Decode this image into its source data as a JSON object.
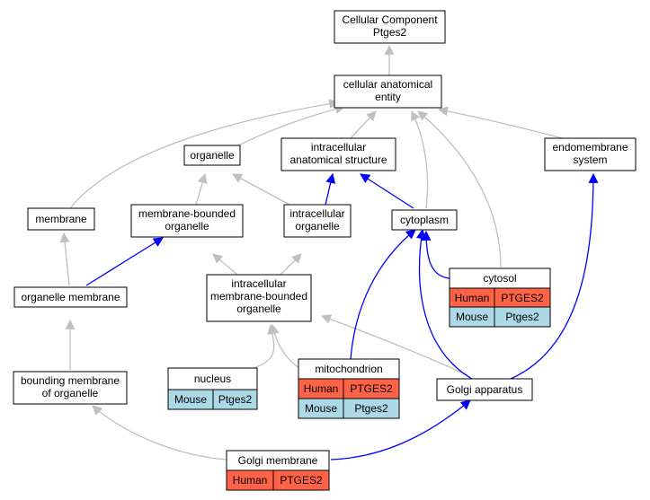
{
  "nodes": {
    "root": {
      "line1": "Cellular Component",
      "line2": "Ptges2"
    },
    "cellular_anatomical_entity": {
      "line1": "cellular anatomical",
      "line2": "entity"
    },
    "organelle": {
      "label": "organelle"
    },
    "intracellular_anatomical_structure": {
      "line1": "intracellular",
      "line2": "anatomical structure"
    },
    "endomembrane_system": {
      "line1": "endomembrane",
      "line2": "system"
    },
    "membrane": {
      "label": "membrane"
    },
    "membrane_bounded_organelle": {
      "line1": "membrane-bounded",
      "line2": "organelle"
    },
    "intracellular_organelle": {
      "line1": "intracellular",
      "line2": "organelle"
    },
    "cytoplasm": {
      "label": "cytoplasm"
    },
    "organelle_membrane": {
      "label": "organelle membrane"
    },
    "intracellular_membrane_bounded_organelle": {
      "line1": "intracellular",
      "line2": "membrane-bounded",
      "line3": "organelle"
    },
    "cytosol": {
      "label": "cytosol",
      "human_species": "Human",
      "human_gene": "PTGES2",
      "mouse_species": "Mouse",
      "mouse_gene": "Ptges2"
    },
    "bounding_membrane_of_organelle": {
      "line1": "bounding membrane",
      "line2": "of organelle"
    },
    "nucleus": {
      "label": "nucleus",
      "mouse_species": "Mouse",
      "mouse_gene": "Ptges2"
    },
    "mitochondrion": {
      "label": "mitochondrion",
      "human_species": "Human",
      "human_gene": "PTGES2",
      "mouse_species": "Mouse",
      "mouse_gene": "Ptges2"
    },
    "golgi_apparatus": {
      "label": "Golgi apparatus"
    },
    "golgi_membrane": {
      "label": "Golgi membrane",
      "human_species": "Human",
      "human_gene": "PTGES2"
    }
  },
  "colors": {
    "human": "#ff6347",
    "mouse": "#add8e6",
    "is_a_edge": "#c0c0c0",
    "part_of_edge": "#0000ff"
  }
}
